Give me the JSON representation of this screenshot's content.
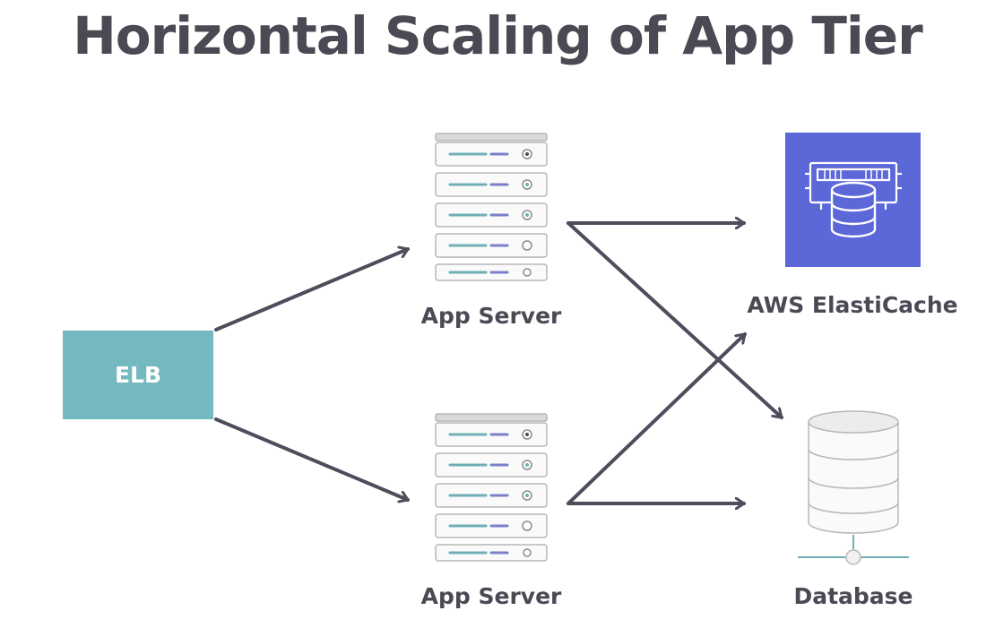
{
  "title": "Horizontal Scaling of App Tier",
  "nodes": {
    "elb": {
      "label": "ELB"
    },
    "app_server_top": {
      "label": "App Server"
    },
    "app_server_bottom": {
      "label": "App Server"
    },
    "elasticache": {
      "label": "AWS ElastiCache"
    },
    "database": {
      "label": "Database"
    }
  },
  "colors": {
    "title": "#4a4a55",
    "label": "#4a4a55",
    "elb": "#74b9c0",
    "arrow": "#4d4d5c",
    "elasticache": "#5c67d8",
    "server_line_teal": "#6fb0b5",
    "server_line_purple": "#7a80c9",
    "server_outline": "#b7b7b7"
  },
  "icons": {
    "app_server": "server-rack-icon",
    "elasticache": "elasticache-memory-db-icon",
    "database": "database-cylinder-icon"
  }
}
